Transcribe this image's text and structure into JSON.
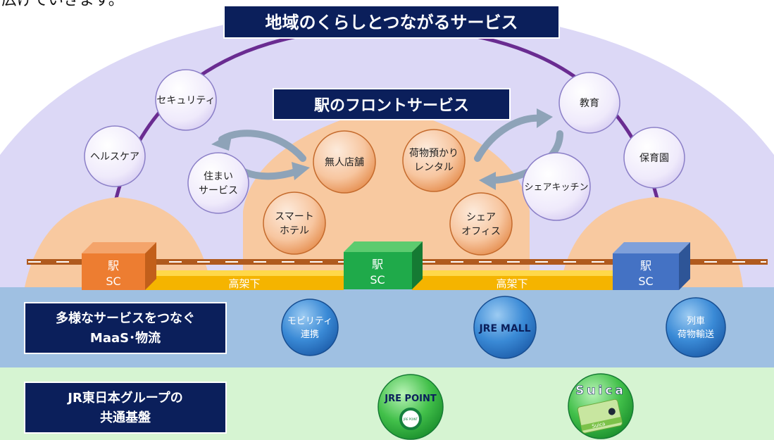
{
  "top_caption": "広げていきます。",
  "headers": {
    "community": "地域のくらしとつながるサービス",
    "front": "駅のフロントサービス"
  },
  "outer_circles": [
    {
      "id": "healthcare",
      "lines": [
        "ヘルスケア"
      ]
    },
    {
      "id": "security",
      "lines": [
        "セキュリティ"
      ]
    },
    {
      "id": "education",
      "lines": [
        "教育"
      ]
    },
    {
      "id": "nursery",
      "lines": [
        "保育園"
      ]
    }
  ],
  "mid_circles": [
    {
      "id": "housing",
      "lines": [
        "住まい",
        "サービス"
      ]
    },
    {
      "id": "share-kitchen",
      "lines": [
        "シェアキッチン"
      ]
    }
  ],
  "front_circles": [
    {
      "id": "unmanned-store",
      "lines": [
        "無人店舗"
      ]
    },
    {
      "id": "luggage-rental",
      "lines": [
        "荷物預かり",
        "レンタル"
      ]
    },
    {
      "id": "smart-hotel",
      "lines": [
        "スマート",
        "ホテル"
      ]
    },
    {
      "id": "share-office",
      "lines": [
        "シェア",
        "オフィス"
      ]
    }
  ],
  "stations": [
    {
      "id": "left",
      "line1": "駅",
      "line2": "SC",
      "color": "#ED7D31"
    },
    {
      "id": "center",
      "line1": "駅",
      "line2": "SC",
      "color": "#1FAA4A"
    },
    {
      "id": "right",
      "line1": "駅",
      "line2": "SC",
      "color": "#4472C4"
    }
  ],
  "viaduct_labels": [
    "高架下",
    "高架下"
  ],
  "maas": {
    "title_lines": [
      "多様なサービスをつなぐ",
      "MaaS･物流"
    ],
    "items": [
      {
        "id": "mobility",
        "lines": [
          "モビリティ",
          "連携"
        ]
      },
      {
        "id": "jre-mall",
        "lines": [
          "JRE MALL"
        ]
      },
      {
        "id": "train-cargo",
        "lines": [
          "列車",
          "荷物輸送"
        ]
      }
    ]
  },
  "platform": {
    "title_lines": [
      "JR東日本グループの",
      "共通基盤"
    ],
    "jre_point": {
      "label": "JRE POINT",
      "sub": "JRE POINT"
    },
    "suica": {
      "label": "Suica",
      "card_label": "Suica"
    }
  },
  "colors": {
    "navy": "#0B1F5B",
    "dome_fill": "#D9D6F7",
    "arc": "#6A2C91",
    "peach": "#F8C9A0",
    "maas_band": "#9FC0E2",
    "platform_band": "#D6F4D2",
    "viaduct": "#F5B400",
    "rail": "#B05A1E",
    "arrow": "#8EA3B8"
  }
}
